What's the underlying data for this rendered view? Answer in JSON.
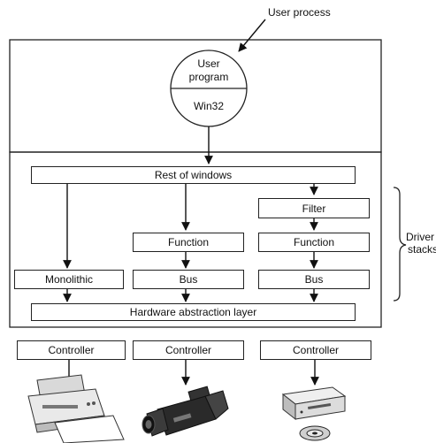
{
  "labels": {
    "user_process": "User process",
    "user_program_line1": "User",
    "user_program_line2": "program",
    "win32": "Win32",
    "rest_of_windows": "Rest of windows",
    "filter": "Filter",
    "function_mid": "Function",
    "function_right": "Function",
    "monolithic": "Monolithic",
    "bus_mid": "Bus",
    "bus_right": "Bus",
    "hal": "Hardware abstraction layer",
    "controller_left": "Controller",
    "controller_mid": "Controller",
    "controller_right": "Controller",
    "driver_stacks_line1": "Driver",
    "driver_stacks_line2": "stacks"
  },
  "devices": [
    {
      "name": "printer-icon"
    },
    {
      "name": "camcorder-icon"
    },
    {
      "name": "disc-drive-icon"
    }
  ]
}
